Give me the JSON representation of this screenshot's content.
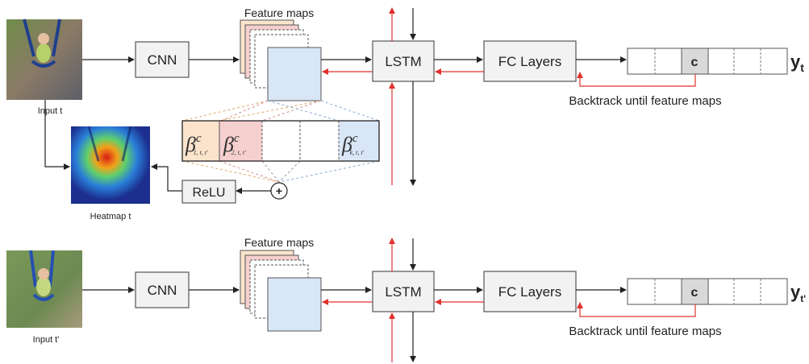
{
  "rows": [
    {
      "input_label": "Input t",
      "cnn_label": "CNN",
      "feature_maps_label": "Feature maps",
      "lstm_label": "LSTM",
      "fc_label": "FC Layers",
      "class_cell_label": "c",
      "output_label_main": "y",
      "output_label_sub": "t",
      "backtrack_label": "Backtrack until feature maps"
    },
    {
      "input_label": "Input t'",
      "cnn_label": "CNN",
      "feature_maps_label": "Feature maps",
      "lstm_label": "LSTM",
      "fc_label": "FC Layers",
      "class_cell_label": "c",
      "output_label_main": "y",
      "output_label_sub": "t'",
      "backtrack_label": "Backtrack until feature maps"
    }
  ],
  "attention": {
    "beta_symbol": "β",
    "superscript": "c",
    "weights": [
      {
        "subscript": "1, t, t'",
        "color": "#fbe3cc"
      },
      {
        "subscript": "2, t, t'",
        "color": "#f6cfcf"
      },
      {
        "subscript": "",
        "color": "#ffffff"
      },
      {
        "subscript": "",
        "color": "#ffffff"
      },
      {
        "subscript": "k, t, t'",
        "color": "#d9e6f6"
      }
    ],
    "sum_symbol": "+",
    "relu_label": "ReLU",
    "heatmap_label": "Heatmap t"
  },
  "colors": {
    "backtrack_arrow": "#e0322d",
    "forward_arrow": "#222222",
    "feature_map_orange": "#fbe3cc",
    "feature_map_pink": "#f6cfcf",
    "feature_map_blue": "#d9e6f6",
    "class_cell_fill": "#d9d9d9"
  }
}
